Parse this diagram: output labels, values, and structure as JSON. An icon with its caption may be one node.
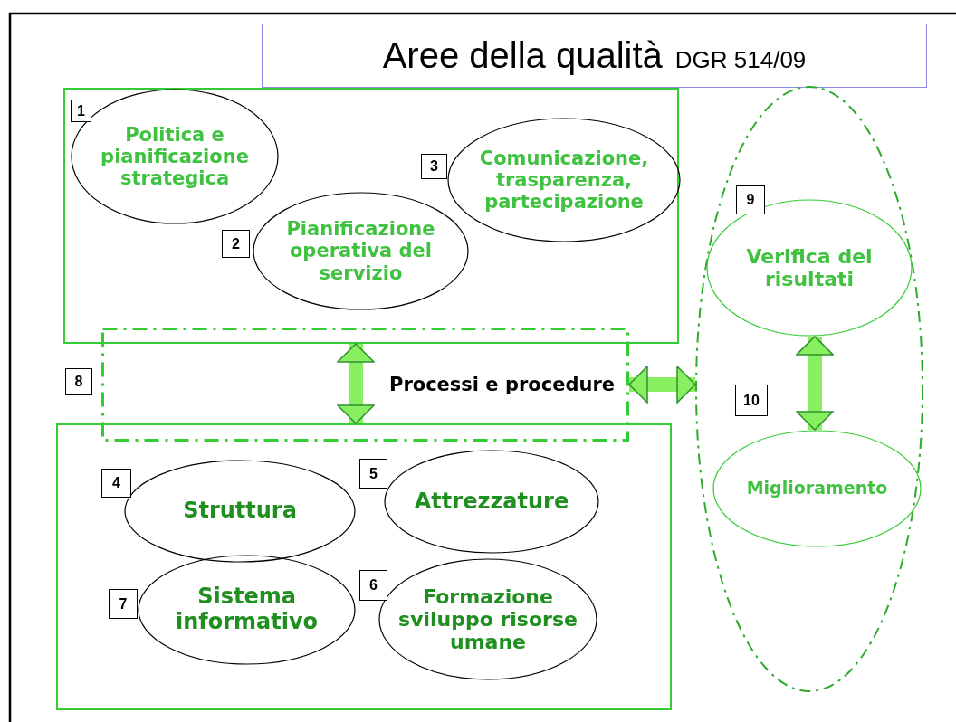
{
  "diagram": {
    "nodes": [
      {
        "text": [
          "Aree della qualità",
          "DGR 514/09"
        ]
      },
      {
        "text": [],
        "shape": "box"
      },
      {
        "text": [
          "1"
        ],
        "in": 1
      },
      {
        "text": [
          "Politica e pianificazione strategica"
        ],
        "in": 1
      },
      {
        "text": [
          "3"
        ],
        "in": 1
      },
      {
        "text": [
          "Comunicazione, trasparenza, partecipazione"
        ],
        "in": 1
      },
      {
        "text": [
          "2"
        ],
        "in": 1
      },
      {
        "text": [
          "Pianificazione operativa del servizio"
        ],
        "in": 1
      },
      {
        "text": [
          "8"
        ]
      },
      {
        "text": [
          "Processi e procedure"
        ]
      },
      {
        "text": [],
        "shape": "box"
      },
      {
        "text": [
          "4"
        ],
        "in": 10
      },
      {
        "text": [
          "Struttura"
        ],
        "in": 10
      },
      {
        "text": [
          "5"
        ],
        "in": 10
      },
      {
        "text": [
          "Attrezzature"
        ],
        "in": 10
      },
      {
        "text": [
          "7"
        ],
        "in": 10
      },
      {
        "text": [
          "Sistema informativo"
        ],
        "in": 10
      },
      {
        "text": [
          "6"
        ],
        "in": 10
      },
      {
        "text": [
          "Formazione sviluppo risorse umane"
        ],
        "in": 10
      },
      {
        "text": [],
        "shape": "ellipse"
      },
      {
        "text": [
          "9"
        ],
        "in": 19
      },
      {
        "text": [
          "Verifica dei risultati"
        ],
        "in": 19
      },
      {
        "text": [
          "10"
        ],
        "in": 19
      },
      {
        "text": [
          "Miglioramento"
        ],
        "in": 19
      }
    ],
    "edges": [
      {
        "from": 1,
        "to": 10,
        "arrow": "both"
      },
      {
        "from": 9,
        "to": 19,
        "arrow": "both"
      },
      {
        "from": 21,
        "to": 23,
        "arrow": "both"
      }
    ]
  }
}
